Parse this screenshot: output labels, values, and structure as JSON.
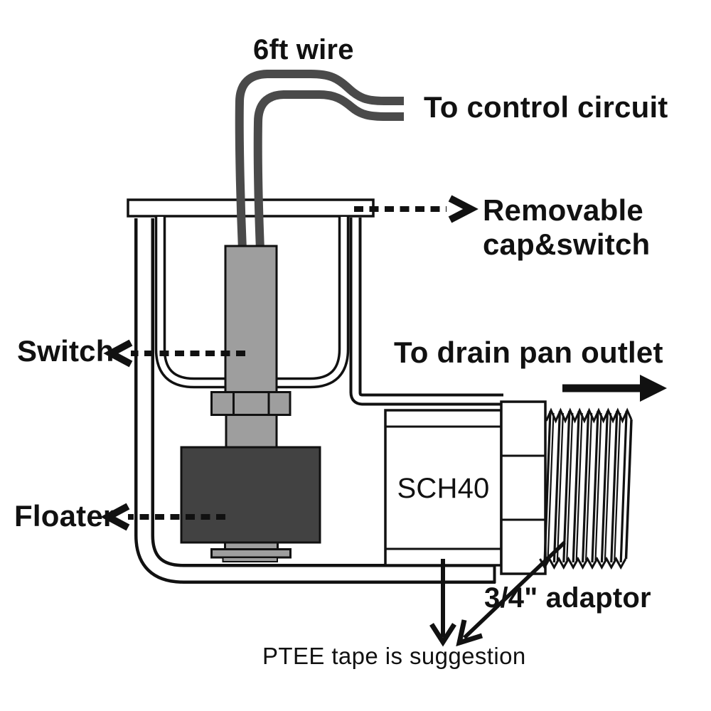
{
  "diagram": {
    "title": "Float switch drain installation diagram",
    "background": "#ffffff",
    "outline_color": "#111111",
    "wire_color": "#4a4a4a",
    "switch_body_color": "#9e9e9e",
    "floater_color": "#424242",
    "labels": {
      "wire_length": "6ft wire",
      "control_circuit": "To control circuit",
      "removable_cap_line1": "Removable",
      "removable_cap_line2": "cap&switch",
      "switch": "Switch",
      "drain_outlet": "To drain pan outlet",
      "floater": "Floater",
      "pipe_spec": "SCH40",
      "adaptor": "3/4\" adaptor",
      "tape_note": "PTEE tape is suggestion"
    }
  }
}
